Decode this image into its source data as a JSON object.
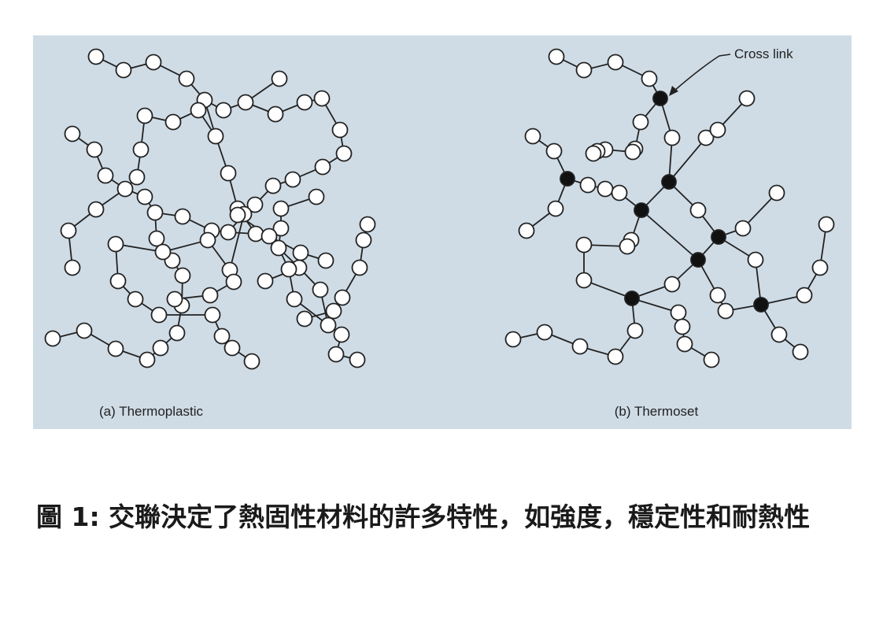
{
  "figure": {
    "background": "#cfdce6",
    "line_color": "#222222",
    "node_fill_open": "#ffffff",
    "node_fill_crosslink": "#111111",
    "panel_a_label": "(a) Thermoplastic",
    "panel_b_label": "(b) Thermoset",
    "crosslink_label": "Cross link"
  },
  "caption": {
    "text": "圖 1: 交聯決定了熱固性材料的許多特性，如強度，穩定性和耐熱性"
  }
}
